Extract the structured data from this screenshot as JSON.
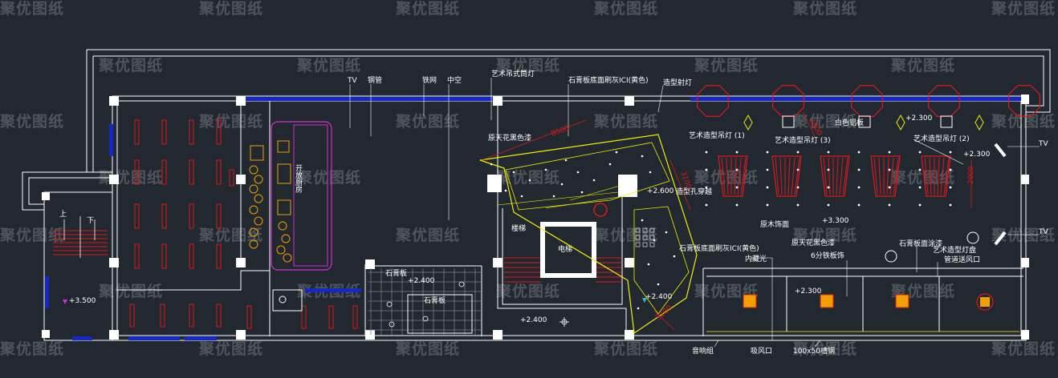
{
  "watermark": "聚优图纸",
  "colors": {
    "background": "#212830",
    "wall": "#ffffff",
    "window": "#1428c8",
    "fixture": "#e01818",
    "ceiling": "#f0f000",
    "kitchen": "#d030d0",
    "leader": "#ffffff"
  },
  "labels": {
    "tv": "TV",
    "gangguan": "钢管",
    "tiewang": "铁网",
    "zhongkong": "中空",
    "yishu_diaojian_deng": "艺术吊式筒灯",
    "shigao_ici_yellow": "石膏板底面刷灰ICI(黄色)",
    "zaoxing_deng": "造型射灯",
    "yuan_tianhua": "原天花黑色漆",
    "kai_fang_chu_fang": "开放厨房",
    "h2600": "+2.600",
    "kong_chuan_zhan": "造型孔穿越",
    "yishu_diaodeng_1": "艺术造型吊灯 (1)",
    "yishu_diaodeng_3": "艺术造型吊灯 (3)",
    "yishu_diaodeng_2": "艺术造型吊灯 (2)",
    "baise_lvban": "白色铝板",
    "h2300a": "+2.300",
    "h2300b": "+2.300",
    "yuanmu_shimian": "原木饰面",
    "h3300": "+3.300",
    "louti": "楼梯",
    "dianti": "电梯",
    "shigao_ici_yellow2": "石膏板底面刷灰ICI(黄色)",
    "yuan_tianhua2": "原天花黑色漆",
    "neicang_guang": "内藏光",
    "tiebanzhi": "6分铁板饰",
    "shigao_tuqi": "石膏板面涂漆",
    "yishu_dengpan": "艺术造型灯盘",
    "guandao_fengkou": "管道送风口",
    "shigaoban": "石膏板",
    "h2400a": "+2.400",
    "shigaoban2": "石膏板",
    "h2400b": "+2.400",
    "h2400c": "+2.400",
    "h3500": "+3.500",
    "h2300c": "+2.300",
    "yinxiang": "音响组",
    "xifengkou": "吸风口",
    "qingzhi": "100x50槽钢",
    "shang": "上",
    "xia": "下",
    "dim1": "8500",
    "dim2": "3100",
    "dim3": "2000",
    "dim4": "3800",
    "dim5": "3200"
  }
}
